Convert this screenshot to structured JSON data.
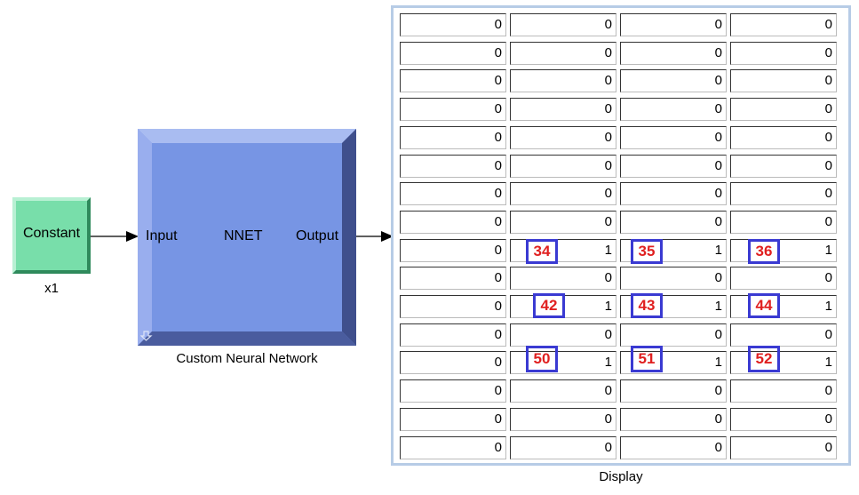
{
  "constant": {
    "label": "Constant",
    "caption": "x1"
  },
  "nnet": {
    "input_label": "Input",
    "name": "NNET",
    "output_label": "Output",
    "caption": "Custom Neural Network"
  },
  "display": {
    "caption": "Display",
    "rows": [
      [
        "0",
        "0",
        "0",
        "0"
      ],
      [
        "0",
        "0",
        "0",
        "0"
      ],
      [
        "0",
        "0",
        "0",
        "0"
      ],
      [
        "0",
        "0",
        "0",
        "0"
      ],
      [
        "0",
        "0",
        "0",
        "0"
      ],
      [
        "0",
        "0",
        "0",
        "0"
      ],
      [
        "0",
        "0",
        "0",
        "0"
      ],
      [
        "0",
        "0",
        "0",
        "0"
      ],
      [
        "0",
        "1",
        "1",
        "1"
      ],
      [
        "0",
        "0",
        "0",
        "0"
      ],
      [
        "0",
        "1",
        "1",
        "1"
      ],
      [
        "0",
        "0",
        "0",
        "0"
      ],
      [
        "0",
        "1",
        "1",
        "1"
      ],
      [
        "0",
        "0",
        "0",
        "0"
      ],
      [
        "0",
        "0",
        "0",
        "0"
      ],
      [
        "0",
        "0",
        "0",
        "0"
      ]
    ]
  },
  "markers": [
    {
      "label": "34",
      "row": 8,
      "col": 1
    },
    {
      "label": "35",
      "row": 8,
      "col": 2
    },
    {
      "label": "36",
      "row": 8,
      "col": 3
    },
    {
      "label": "42",
      "row": 10,
      "col": 1
    },
    {
      "label": "43",
      "row": 10,
      "col": 2
    },
    {
      "label": "44",
      "row": 10,
      "col": 3
    },
    {
      "label": "50",
      "row": 12,
      "col": 1
    },
    {
      "label": "51",
      "row": 12,
      "col": 2
    },
    {
      "label": "52",
      "row": 12,
      "col": 3
    }
  ],
  "colors": {
    "constant_fill": "#78deaa",
    "nnet_fill": "#7795e4",
    "marker_border": "#3a3ad2",
    "marker_text": "#e02020"
  }
}
